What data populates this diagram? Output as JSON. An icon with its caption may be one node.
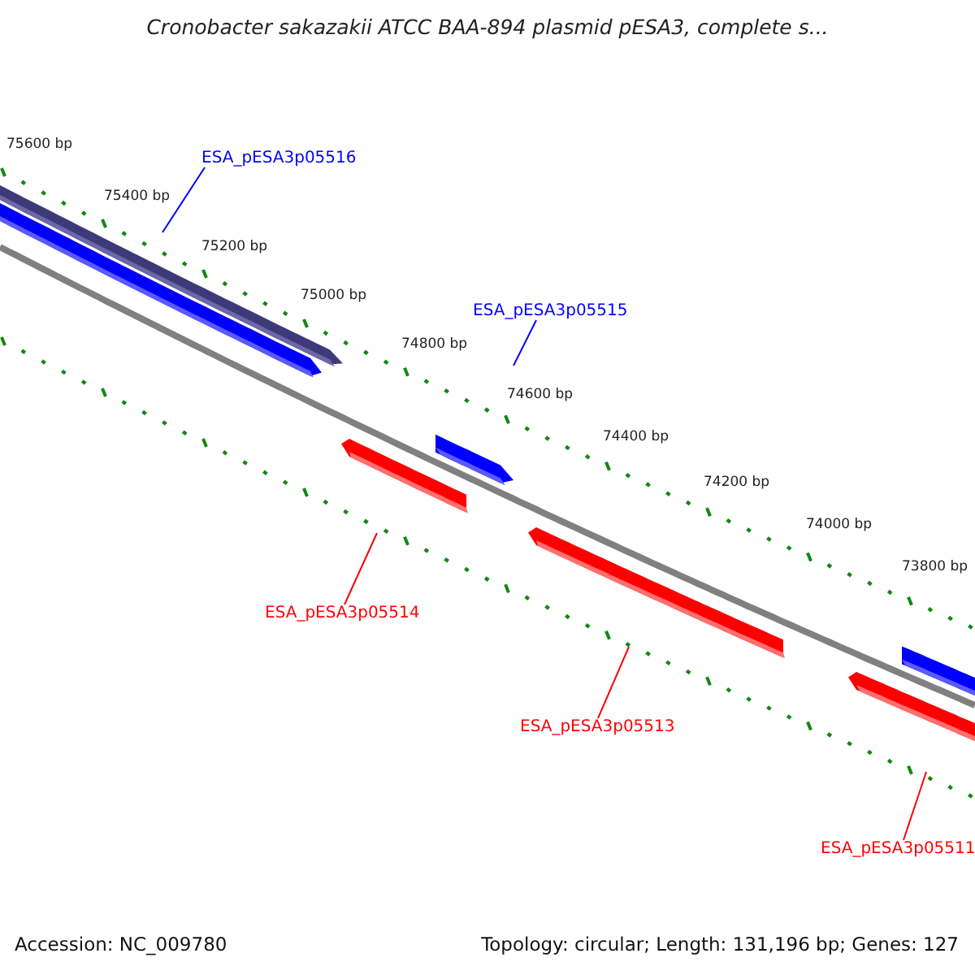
{
  "diagram": {
    "title": "Cronobacter sakazakii ATCC BAA-894 plasmid pESA3, complete s...",
    "nodes": [
      {
        "text": [
          "ESA_pESA3p05516"
        ]
      },
      {
        "text": [
          "ESA_pESA3p05515"
        ]
      },
      {
        "text": [
          "ESA_pESA3p05514"
        ]
      },
      {
        "text": [
          "ESA_pESA3p05513"
        ]
      },
      {
        "text": [
          "ESA_pESA3p05511"
        ]
      }
    ],
    "edges": [
      {
        "from": 0,
        "to": null,
        "arrow": "none",
        "color": "#0000ff"
      },
      {
        "from": 1,
        "to": null,
        "arrow": "none",
        "color": "#0000ff"
      },
      {
        "from": 2,
        "to": null,
        "arrow": "none",
        "color": "#ff0000"
      },
      {
        "from": 3,
        "to": null,
        "arrow": "none",
        "color": "#ff0000"
      },
      {
        "from": 4,
        "to": null,
        "arrow": "none",
        "color": "#ff0000"
      }
    ],
    "labels": [
      "75600 bp",
      "75400 bp",
      "75200 bp",
      "75000 bp",
      "74800 bp",
      "74600 bp",
      "74400 bp",
      "74200 bp",
      "74000 bp",
      "73800 bp",
      "Accession: NC_009780",
      "Topology: circular; Length: 131,196 bp; Genes: 127"
    ]
  }
}
